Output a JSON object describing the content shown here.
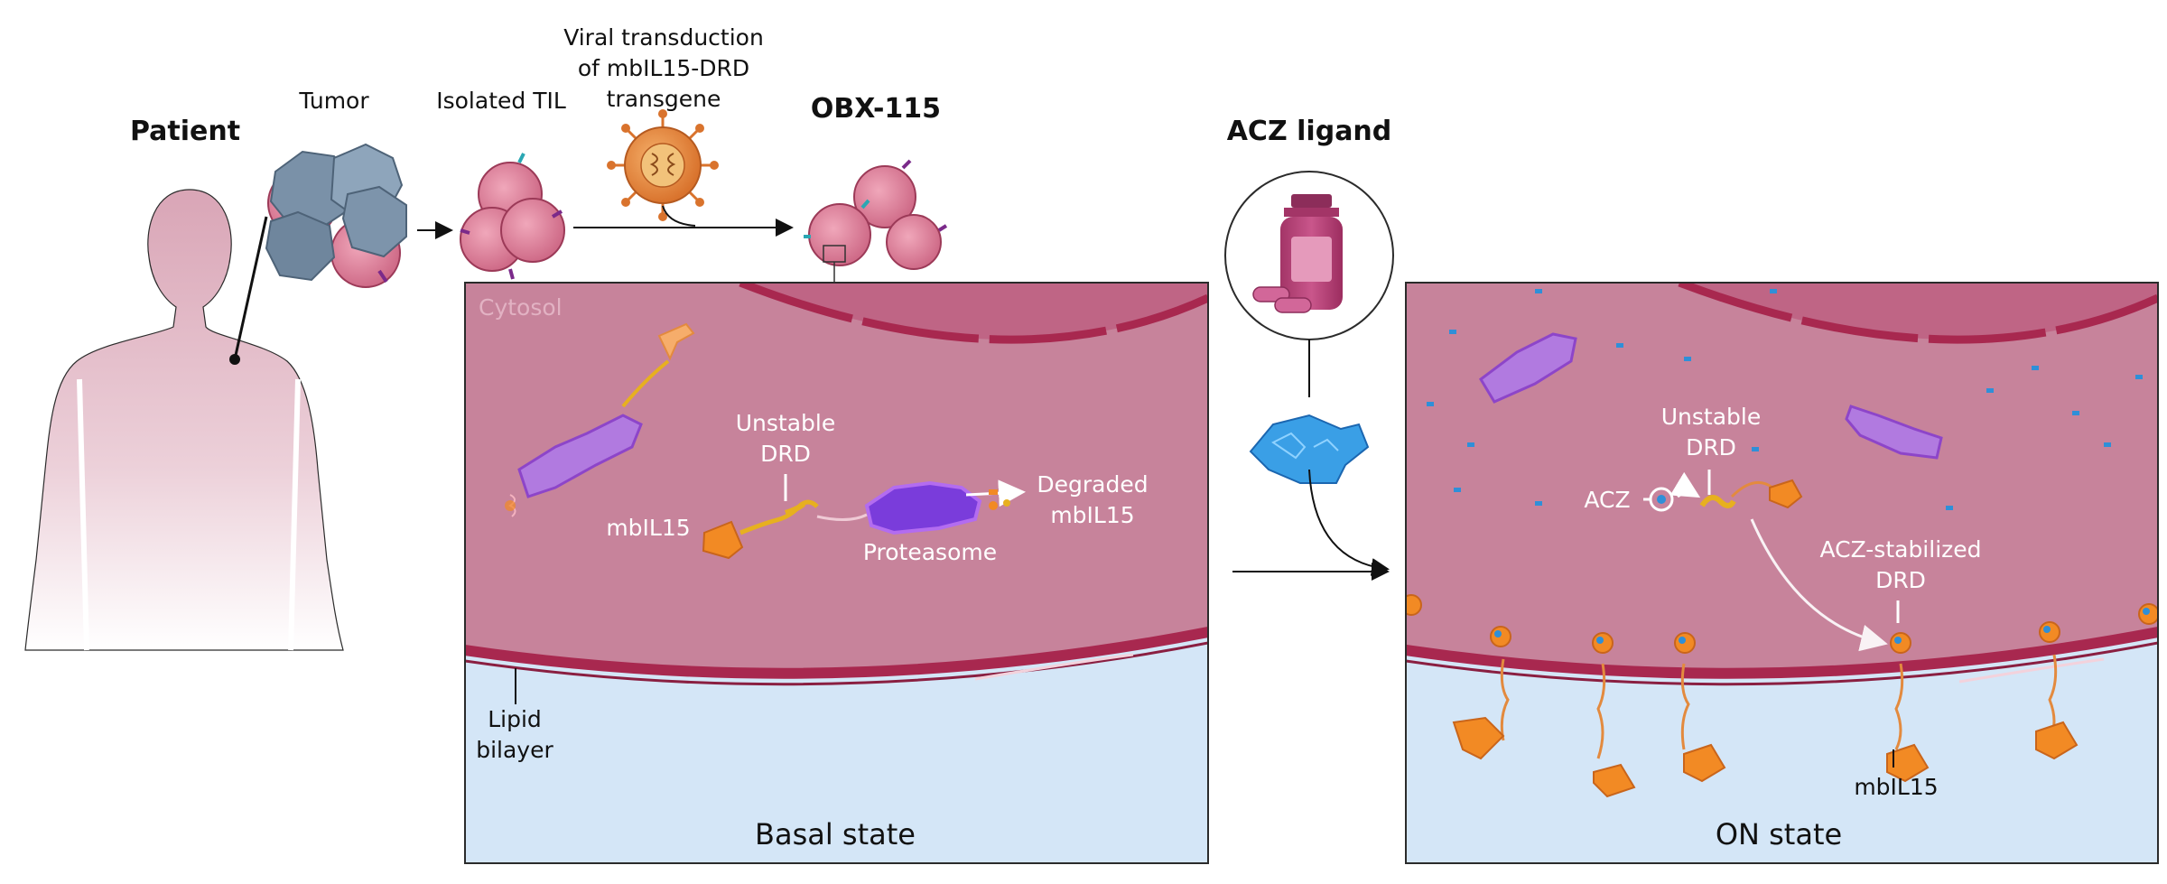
{
  "labels": {
    "patient": "Patient",
    "tumor": "Tumor",
    "isolated_til": "Isolated TIL",
    "viral_line1": "Viral transduction",
    "viral_line2": "of mbIL15-DRD",
    "viral_line3": "transgene",
    "obx": "OBX-115",
    "acz_ligand": "ACZ ligand",
    "cytosol": "Cytosol",
    "unstable_drd_l1": "Unstable",
    "unstable_drd_l2": "DRD",
    "mbil15": "mbIL15",
    "proteasome": "Proteasome",
    "degraded_l1": "Degraded",
    "degraded_l2": "mbIL15",
    "lipid_l1": "Lipid",
    "lipid_l2": "bilayer",
    "basal_state": "Basal state",
    "acz": "ACZ",
    "unstable_drd2_l1": "Unstable",
    "unstable_drd2_l2": "DRD",
    "stabilized_l1": "ACZ-stabilized",
    "stabilized_l2": "DRD",
    "mbil15_on": "mbIL15",
    "on_state": "ON state"
  },
  "colors": {
    "cytosol": "#c7839b",
    "membrane": "#a8284f",
    "extracellular": "#d4e6f7",
    "nucleus": "#bf6585",
    "proteasome": "#9b57d6",
    "mbil15": "#f28a24",
    "drd": "#e7b01f",
    "acz": "#2f8fd8"
  }
}
